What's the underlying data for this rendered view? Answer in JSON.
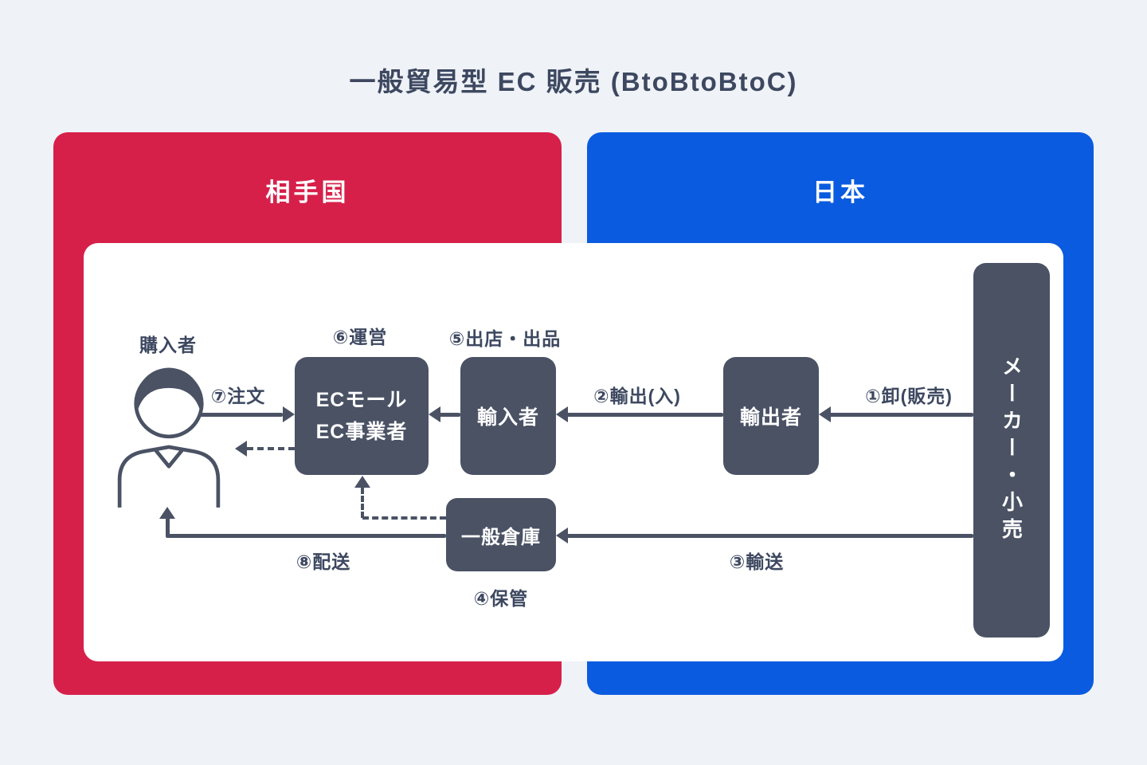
{
  "title": "一般貿易型 EC 販売 (BtoBtoBtoC)",
  "regions": {
    "partner": {
      "label": "相手国",
      "color": "#d6204a"
    },
    "japan": {
      "label": "日本",
      "color": "#0b5be0"
    }
  },
  "nodes": {
    "buyer": {
      "label": "購入者"
    },
    "ec": {
      "line1": "ECモール",
      "line2": "EC事業者"
    },
    "importer": {
      "label": "輸入者"
    },
    "exporter": {
      "label": "輸出者"
    },
    "maker": {
      "label": "メーカー・小売"
    },
    "warehouse": {
      "label": "一般倉庫"
    }
  },
  "flows": {
    "f1": "①卸(販売)",
    "f2": "②輸出(入)",
    "f3": "③輸送",
    "f4": "④保管",
    "f5": "⑤出店・出品",
    "f6": "⑥運営",
    "f7": "⑦注文",
    "f8": "⑧配送"
  },
  "colors": {
    "partner_region": "#d6204a",
    "japan_region": "#0b5be0",
    "node": "#4a5264",
    "background": "#eff2f7",
    "text": "#3d4860"
  }
}
